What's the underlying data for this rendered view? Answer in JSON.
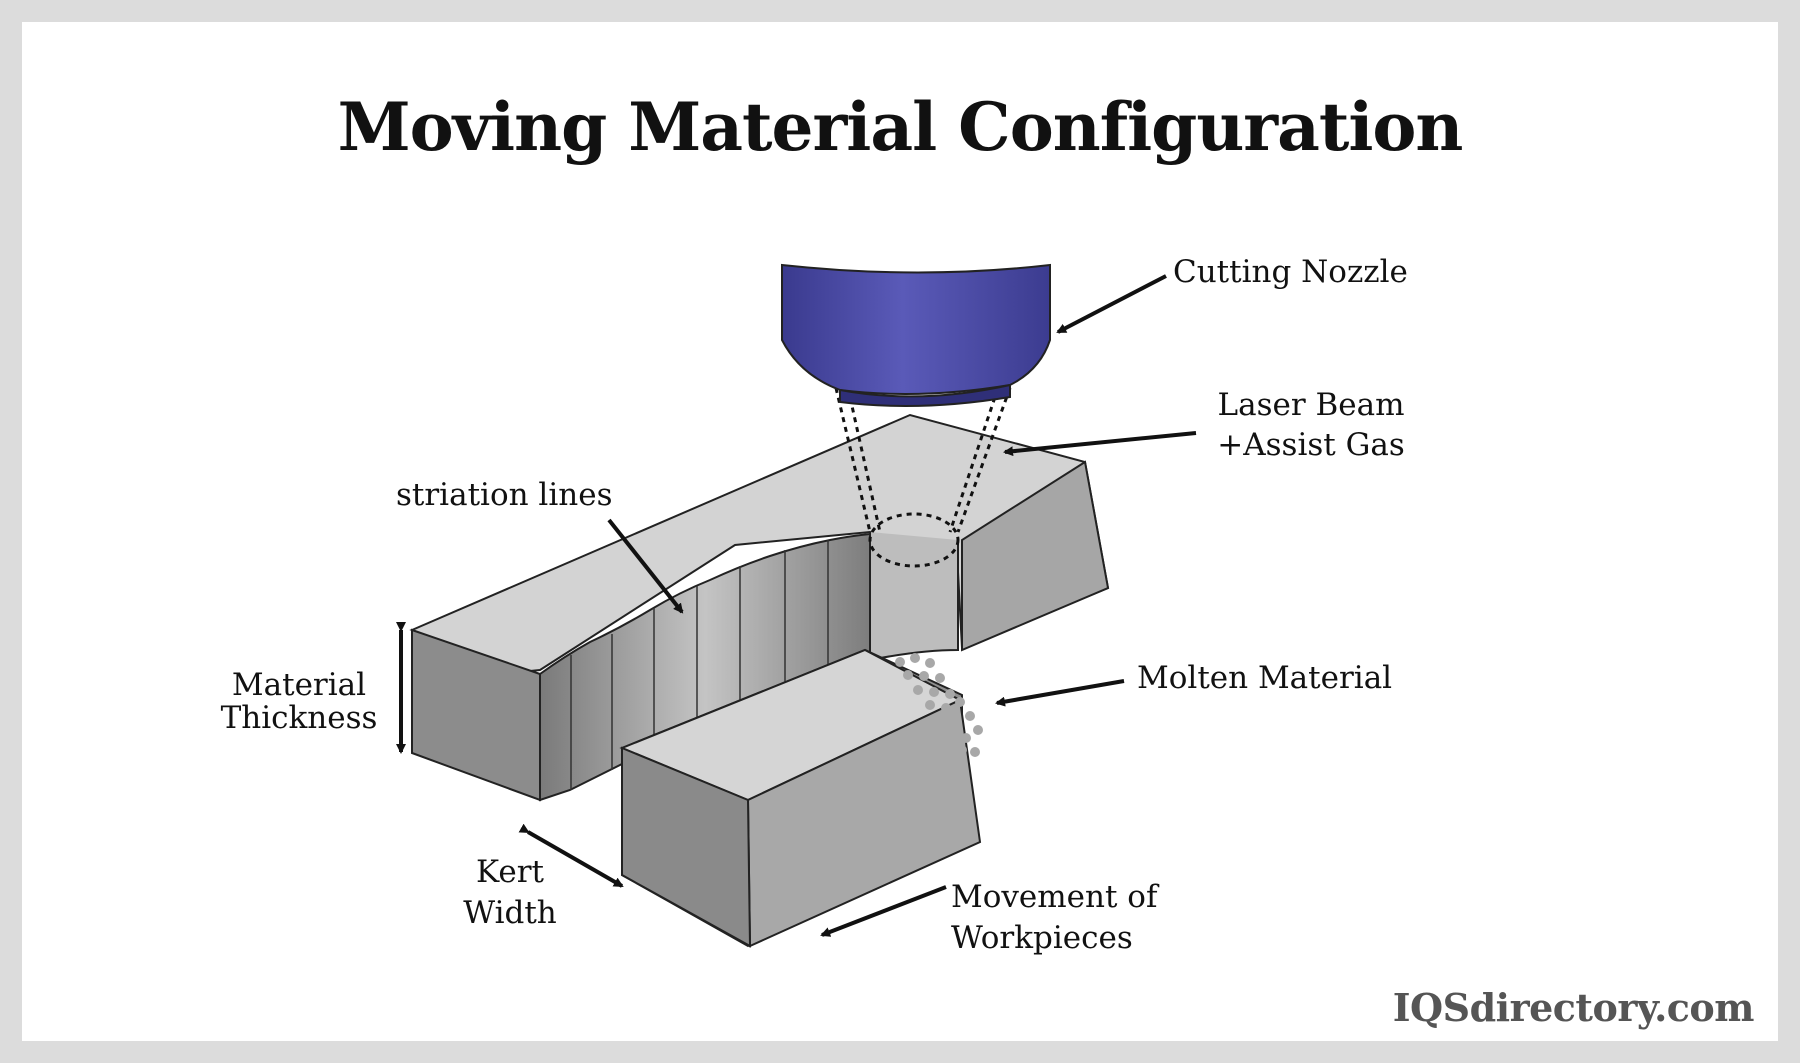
{
  "diagram": {
    "title": "Moving Material Configuration",
    "labels": {
      "cutting_nozzle": "Cutting Nozzle",
      "laser_beam_line1": "Laser Beam",
      "laser_beam_line2": "+Assist Gas",
      "striation_lines": "striation lines",
      "material_thickness_line1": "Material",
      "material_thickness_line2": "Thickness",
      "molten_material": "Molten Material",
      "kerf_width_line1": "Kert",
      "kerf_width_line2": "Width",
      "movement_line1": "Movement of",
      "movement_line2": "Workpieces"
    },
    "brand": "IQSdirectory.com",
    "colors": {
      "nozzle": "#4b4ba6",
      "block_top": "#d6d6d6",
      "block_front": "#8f8f8f",
      "block_side": "#a9a9a9",
      "molten": "#a8a8a8"
    }
  }
}
